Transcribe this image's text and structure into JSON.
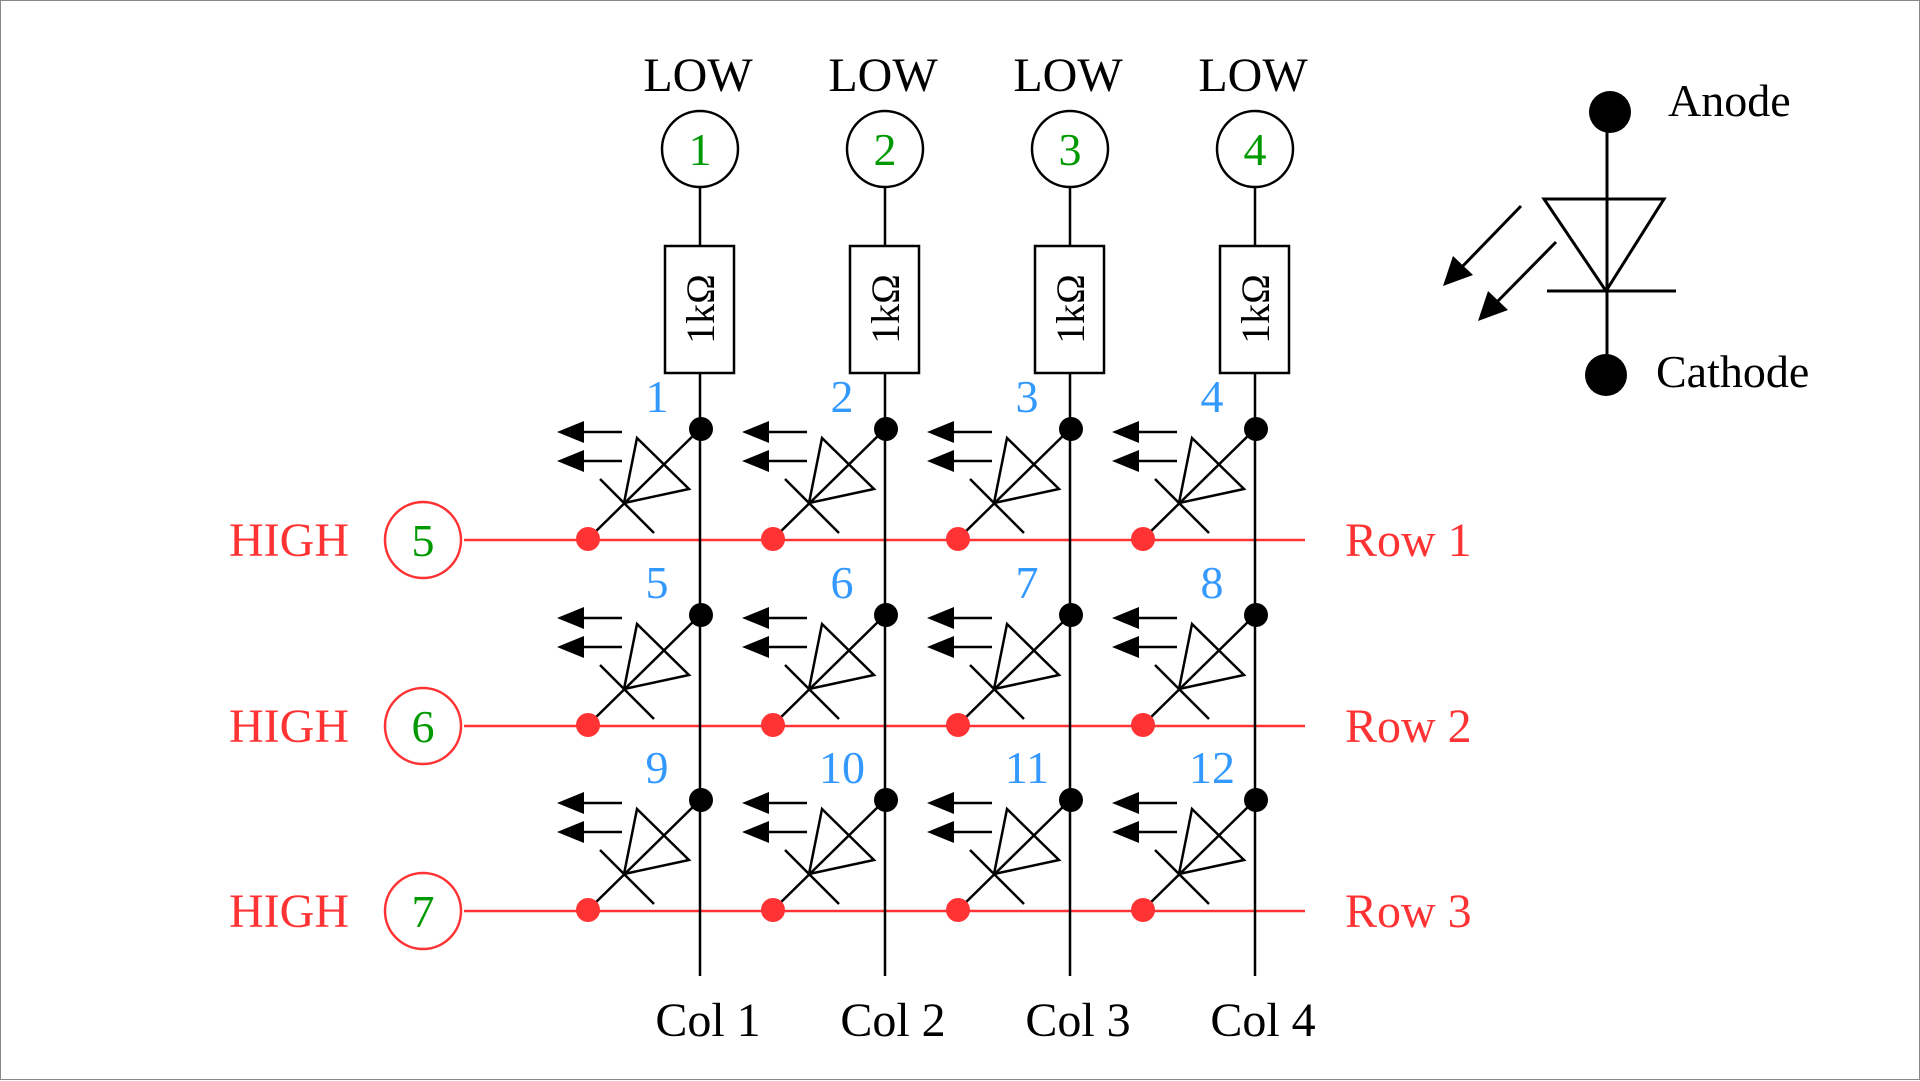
{
  "title": "4x3 LED matrix wiring",
  "colors": {
    "wire": "#000000",
    "row": "#ff3333",
    "pin_number": "#009900",
    "led_number": "#3399ff",
    "background": "#ffffff"
  },
  "columns": [
    {
      "label": "Col 1",
      "state": "LOW",
      "pin": "1",
      "resistor": "1kΩ"
    },
    {
      "label": "Col 2",
      "state": "LOW",
      "pin": "2",
      "resistor": "1kΩ"
    },
    {
      "label": "Col 3",
      "state": "LOW",
      "pin": "3",
      "resistor": "1kΩ"
    },
    {
      "label": "Col 4",
      "state": "LOW",
      "pin": "4",
      "resistor": "1kΩ"
    }
  ],
  "rows": [
    {
      "label": "Row 1",
      "state": "HIGH",
      "pin": "5"
    },
    {
      "label": "Row 2",
      "state": "HIGH",
      "pin": "6"
    },
    {
      "label": "Row 3",
      "state": "HIGH",
      "pin": "7"
    }
  ],
  "leds": [
    "1",
    "2",
    "3",
    "4",
    "5",
    "6",
    "7",
    "8",
    "9",
    "10",
    "11",
    "12"
  ],
  "legend": {
    "anode_label": "Anode",
    "cathode_label": "Cathode",
    "icon": "led-symbol-icon"
  }
}
